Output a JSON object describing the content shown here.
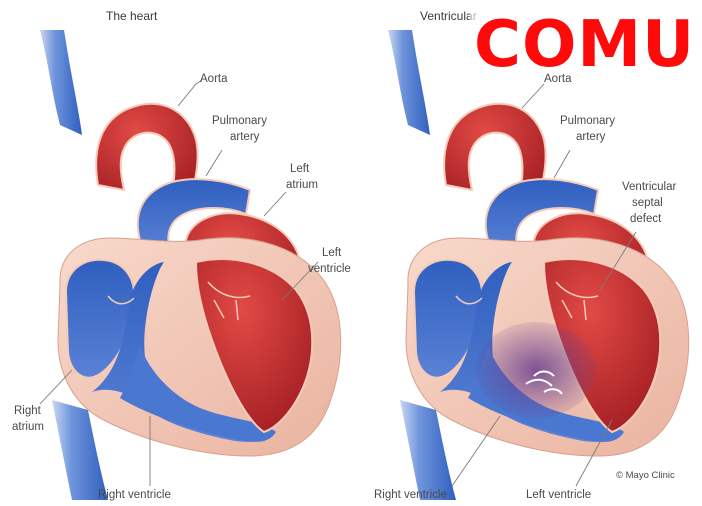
{
  "panels": {
    "normal": {
      "title": "The heart",
      "labels": {
        "aorta": "Aorta",
        "pulmonary_artery_1": "Pulmonary",
        "pulmonary_artery_2": "artery",
        "left_atrium_1": "Left",
        "left_atrium_2": "atrium",
        "left_ventricle_1": "Left",
        "left_ventricle_2": "ventricle",
        "right_atrium_1": "Right",
        "right_atrium_2": "atrium",
        "right_ventricle": "Right ventricle"
      }
    },
    "defect": {
      "title": "Ventricular",
      "labels": {
        "aorta": "Aorta",
        "pulmonary_artery_1": "Pulmonary",
        "pulmonary_artery_2": "artery",
        "vsd_1": "Ventricular",
        "vsd_2": "septal",
        "vsd_3": "defect",
        "right_ventricle": "Right ventricle",
        "left_ventricle": "Left ventricle"
      },
      "credit": "© Mayo Clinic"
    }
  },
  "overlay": {
    "scrawl_text": "COMU"
  },
  "colors": {
    "oxygenated": "#c0282b",
    "deoxygenated": "#3f6fc7",
    "wall": "#f3c7b4",
    "scrawl": "#ff0a0a"
  }
}
